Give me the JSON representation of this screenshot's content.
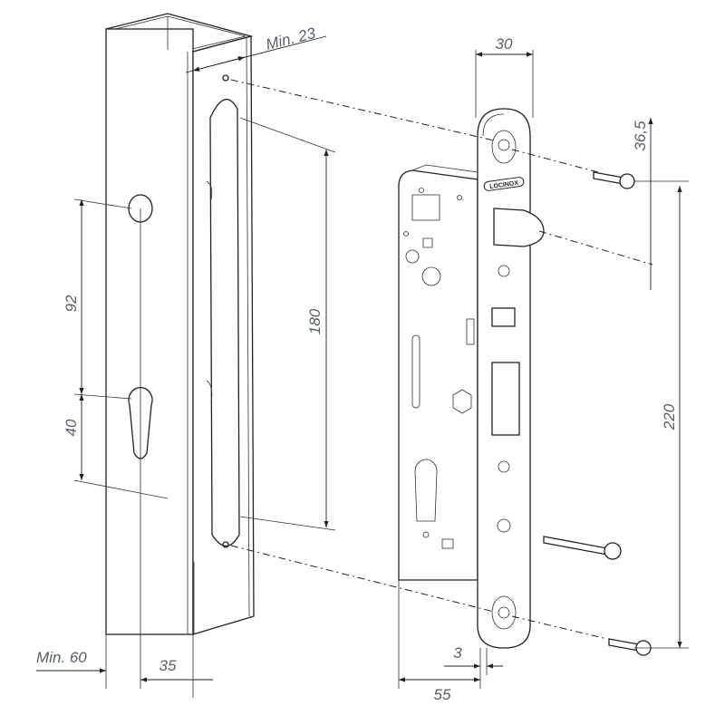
{
  "title": "Mortise lock installation dimensions",
  "brand": "LOCINOX",
  "dimensions": {
    "min_23": "Min. 23",
    "d30": "30",
    "d36_5": "36,5",
    "d180": "180",
    "d92": "92",
    "d40": "40",
    "d220": "220",
    "min_60": "Min. 60",
    "d35": "35",
    "d3": "3",
    "d55": "55"
  },
  "colors": {
    "label": "#55606e",
    "line": "#222222"
  }
}
